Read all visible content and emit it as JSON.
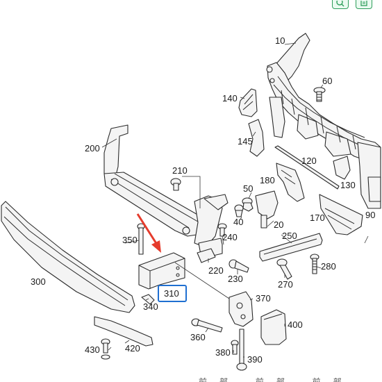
{
  "toolbar": {
    "zoom_icon": "zoom-icon",
    "copy_icon": "copy-icon"
  },
  "colors": {
    "highlight": "#1f6fd1",
    "arrow": "#e53b2c",
    "toolbar": "#2e9e5b"
  },
  "labels": {
    "p10": "10",
    "p60": "60",
    "p140": "140",
    "p145": "145",
    "p200": "200",
    "p210": "210",
    "p120": "120",
    "p180": "180",
    "p50": "50",
    "p130": "130",
    "p40": "40",
    "p170": "170",
    "p90": "90",
    "p20": "20",
    "p350": "350",
    "p240": "240",
    "p250": "250",
    "p300": "300",
    "p220": "220",
    "p280": "280",
    "p230": "230",
    "p270": "270",
    "p310": "310",
    "p370": "370",
    "p340": "340",
    "p400": "400",
    "p360": "360",
    "p430": "430",
    "p420": "420",
    "p380": "380",
    "p390": "390"
  },
  "footer": {
    "cut_text": "前部 前部 前部"
  }
}
